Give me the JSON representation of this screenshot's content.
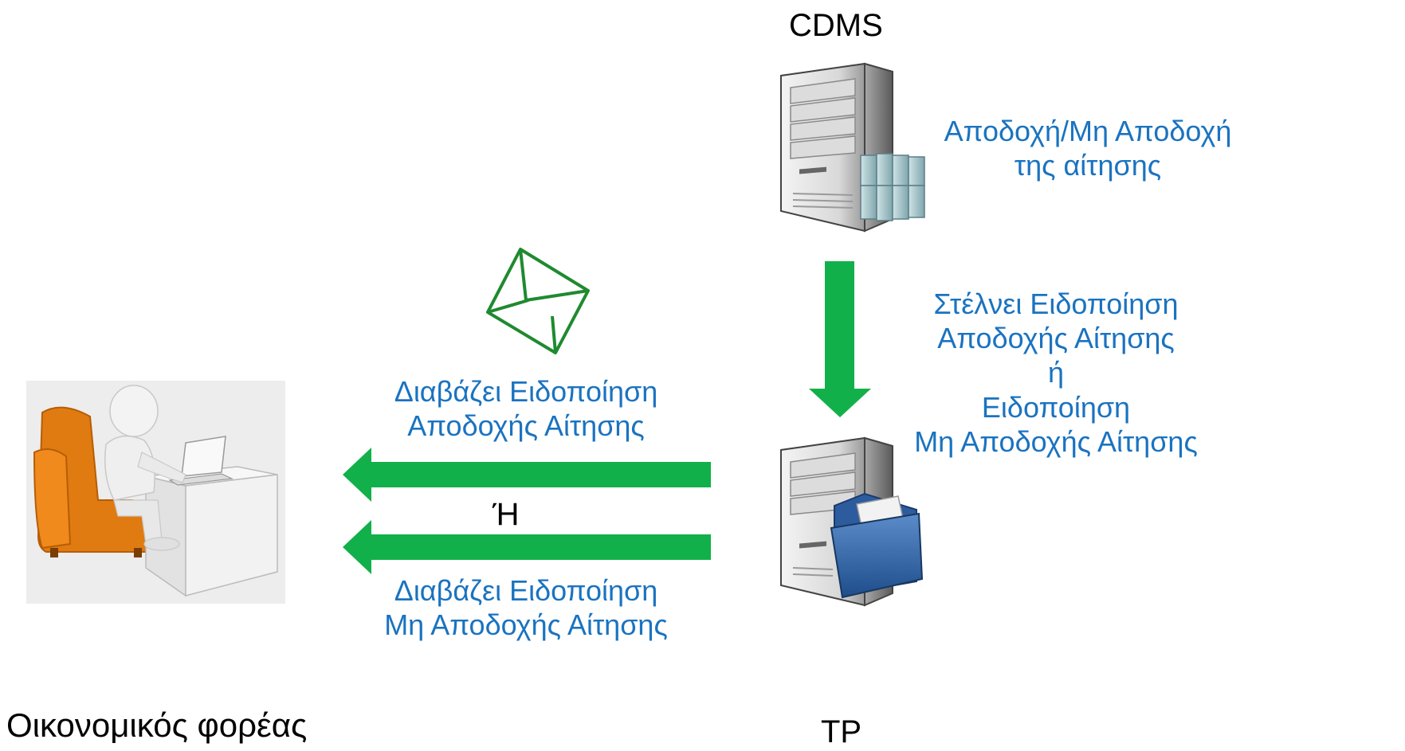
{
  "nodes": {
    "cdms": {
      "label": "CDMS",
      "icon": "server-database-icon",
      "status_lines": [
        "Αποδοχή/Μη Αποδοχή",
        "της αίτησης"
      ]
    },
    "tp": {
      "label": "TP",
      "icon": "server-folder-icon"
    },
    "operator": {
      "label": "Οικονομικός φορέας",
      "icon": "person-at-desk-icon"
    }
  },
  "edges": {
    "cdms_to_tp": {
      "lines": [
        "Στέλνει Ειδοποίηση",
        "Αποδοχής Αίτησης",
        "ή",
        "Ειδοποίηση",
        "Μη Αποδοχής Αίτησης"
      ],
      "color": "#12b04a"
    },
    "tp_to_operator_accept": {
      "lines": [
        "Διαβάζει Ειδοποίηση",
        "Αποδοχής Αίτησης"
      ],
      "color": "#12b04a"
    },
    "or_label": "Ή",
    "tp_to_operator_reject": {
      "lines": [
        "Διαβάζει Ειδοποίηση",
        "Μη Αποδοχής Αίτησης"
      ],
      "color": "#12b04a"
    }
  },
  "icons": {
    "message": "envelope-icon"
  },
  "colors": {
    "arrow": "#12b04a",
    "text_blue": "#1a73c0",
    "text_black": "#000000"
  }
}
